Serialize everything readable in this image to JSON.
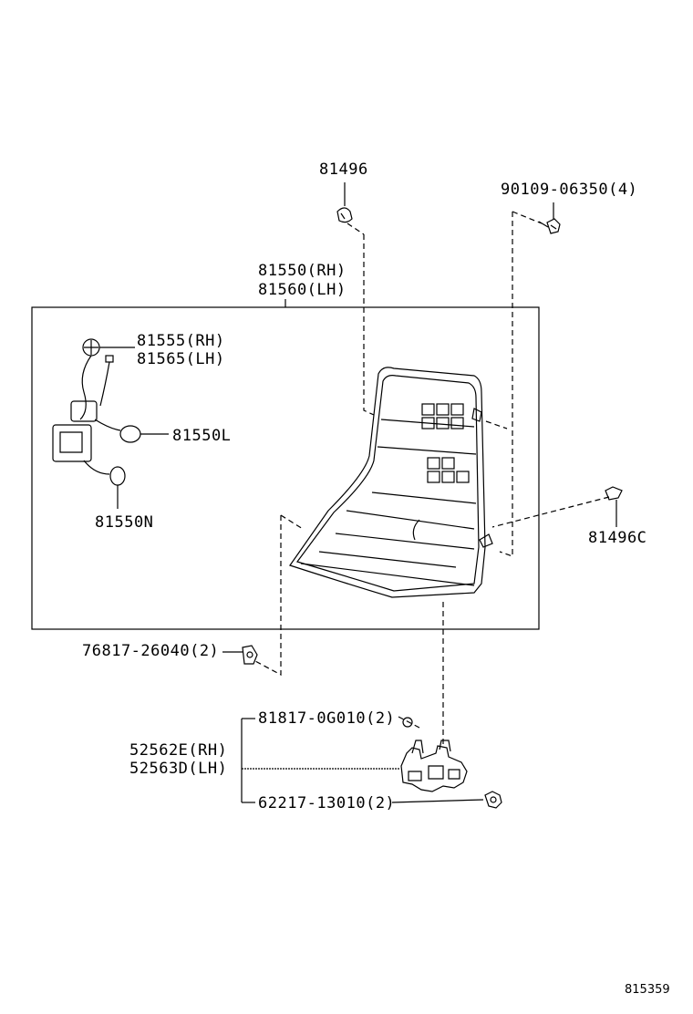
{
  "title": "",
  "callouts": {
    "clip_top": "81496",
    "screw_top": "90109-06350(4)",
    "lamp_rh": "81550(RH)",
    "lamp_lh": "81560(LH)",
    "socket_rh": "81555(RH)",
    "socket_lh": "81565(LH)",
    "bulb_l": "81550L",
    "bulb_n": "81550N",
    "clip_c": "81496C",
    "nut": "76817-26040(2)",
    "bracket_rh": "52562E(RH)",
    "bracket_lh": "52563D(LH)",
    "clip_bracket": "81817-0G010(2)",
    "screw_bracket": "62217-13010(2)"
  },
  "figure_number": "815359"
}
